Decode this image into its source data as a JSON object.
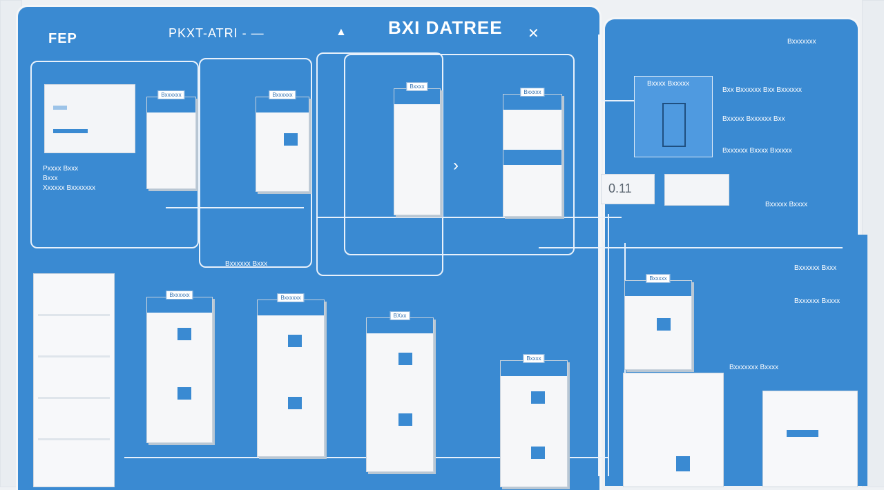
{
  "header": {
    "left_logo": "FEP",
    "center_title": "BXI DATREE",
    "top_strip": "PKXT-ATRI - —"
  },
  "left_board": {
    "labels": [
      "Pxxxx  Bxxx",
      "Bxxx",
      "Xxxxxx  Bxxxxxxx"
    ],
    "footer": "Bxxxxxx  Bxxx"
  },
  "right_panel": {
    "top_label": "Bxxxxxxx",
    "card_title": "Bxxxx Bxxxxx",
    "paragraph_1": "Bxx Bxxxxxx Bxx Bxxxxxx",
    "paragraph_2": "Bxxxxx  Bxxxxxx  Bxx",
    "paragraph_3": "Bxxxxxx  Bxxxx  Bxxxxx",
    "caption": "Bxxxxx  Bxxxx",
    "meter_text": "0.11"
  },
  "lower_right_labels": [
    "Bxxxxxx Bxxx",
    "Bxxxxxx Bxxxx",
    "Bxxxxxxx Bxxxx"
  ],
  "unit_tags": [
    "Bxxxxxx",
    "Bxxxxxx",
    "Bxxxx",
    "Bxxxxx",
    "Bxxxxxx",
    "Bxxxxxx",
    "BXxx",
    "Bxxxx",
    "Bxxxxx"
  ]
}
